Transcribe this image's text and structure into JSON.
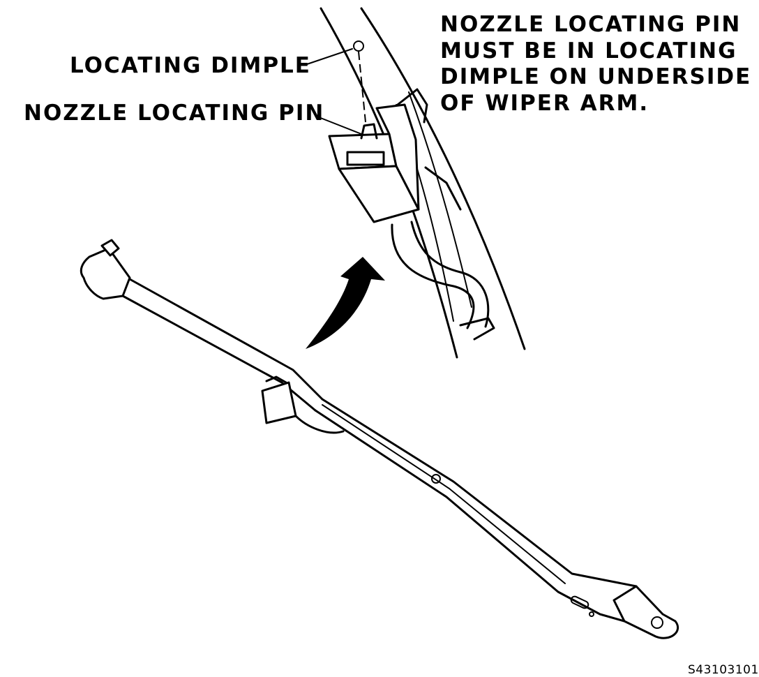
{
  "callouts": {
    "locating_dimple": "LOCATING DIMPLE",
    "nozzle_locating_pin": "NOZZLE LOCATING PIN"
  },
  "note": {
    "lines": [
      "NOZZLE LOCATING PIN",
      "MUST BE IN LOCATING",
      "DIMPLE ON UNDERSIDE",
      "OF WIPER ARM."
    ]
  },
  "figure_id": "S43103101",
  "colors": {
    "ink": "#000000",
    "paper": "#ffffff"
  }
}
